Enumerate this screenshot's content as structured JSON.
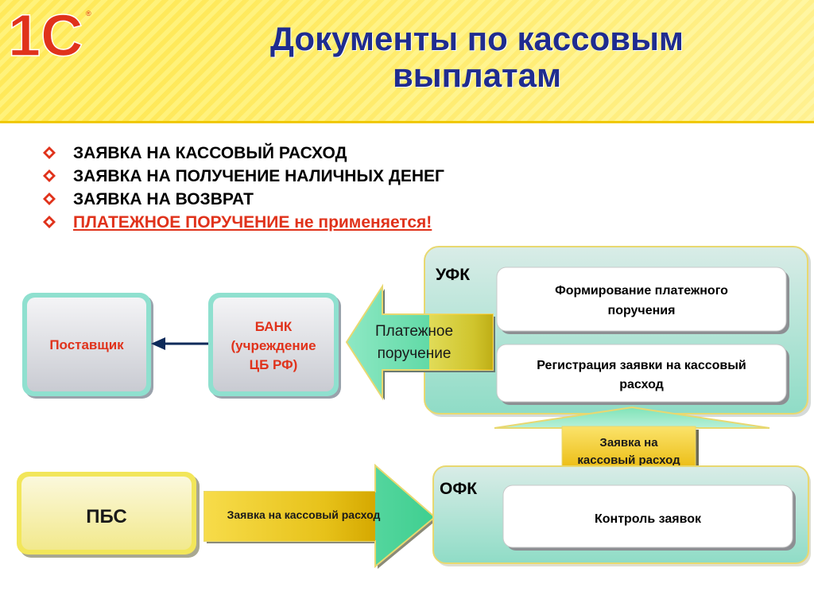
{
  "header": {
    "logo_text": "1С",
    "title_line1": "Документы по кассовым",
    "title_line2": "выплатам"
  },
  "bullets": [
    {
      "text": "ЗАЯВКА НА КАССОВЫЙ РАСХОД",
      "alert": false
    },
    {
      "text": "ЗАЯВКА НА ПОЛУЧЕНИЕ НАЛИЧНЫХ ДЕНЕГ",
      "alert": false
    },
    {
      "text": "ЗАЯВКА НА ВОЗВРАТ",
      "alert": false
    },
    {
      "text": "ПЛАТЕЖНОЕ ПОРУЧЕНИЕ не применяется!",
      "alert": true
    }
  ],
  "diagram": {
    "supplier": "Поставщик",
    "bank_line1": "БАНК",
    "bank_line2": "(учреждение",
    "bank_line3": "ЦБ РФ)",
    "payment_arrow_line1": "Платежное",
    "payment_arrow_line2": "поручение",
    "ufk": {
      "title": "УФК",
      "box1_line1": "Формирование платежного",
      "box1_line2": "поручения",
      "box2_line1": "Регистрация заявки на кассовый",
      "box2_line2": "расход"
    },
    "up_arrow_line1": "Заявка на",
    "up_arrow_line2": "кассовый расход",
    "pbs": "ПБС",
    "pbs_arrow": "Заявка на кассовый расход",
    "ofk": {
      "title": "ОФК",
      "box1": "Контроль заявок"
    }
  },
  "colors": {
    "title_blue": "#1f2c8f",
    "logo_red": "#e0321b",
    "alert_red": "#e0321b",
    "teal_panel": "#9fe0cf",
    "yellow_panel": "#f7f1a8",
    "green_arrow": "#5ad6a3",
    "gold_label": "#f2c200",
    "connector": "#0d2a5a"
  }
}
